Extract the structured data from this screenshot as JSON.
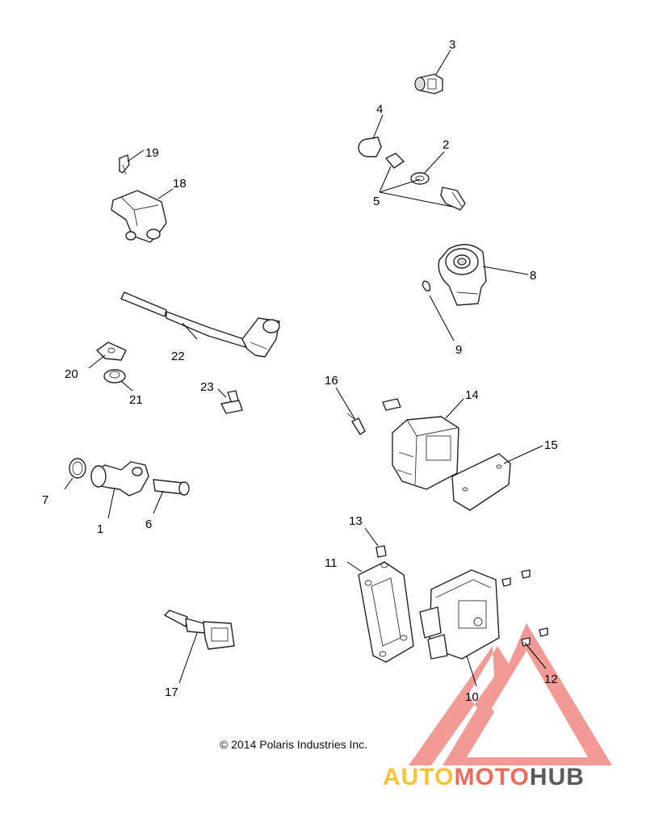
{
  "copyright": "© 2014 Polaris Industries Inc.",
  "logo": {
    "parts": [
      "AUTO",
      "MOTO",
      "HUB"
    ],
    "colors": [
      "#f5c338",
      "#f06a5a",
      "#5a5a5a"
    ],
    "mark_color": "#f08a84"
  },
  "callouts": [
    {
      "id": "1",
      "label": "1"
    },
    {
      "id": "2",
      "label": "2"
    },
    {
      "id": "3",
      "label": "3"
    },
    {
      "id": "4",
      "label": "4"
    },
    {
      "id": "5",
      "label": "5"
    },
    {
      "id": "6",
      "label": "6"
    },
    {
      "id": "7",
      "label": "7"
    },
    {
      "id": "8",
      "label": "8"
    },
    {
      "id": "9",
      "label": "9"
    },
    {
      "id": "10",
      "label": "10"
    },
    {
      "id": "11",
      "label": "11"
    },
    {
      "id": "12",
      "label": "12"
    },
    {
      "id": "13",
      "label": "13"
    },
    {
      "id": "14",
      "label": "14"
    },
    {
      "id": "15",
      "label": "15"
    },
    {
      "id": "16",
      "label": "16"
    },
    {
      "id": "17",
      "label": "17"
    },
    {
      "id": "18",
      "label": "18"
    },
    {
      "id": "19",
      "label": "19"
    },
    {
      "id": "20",
      "label": "20"
    },
    {
      "id": "21",
      "label": "21"
    },
    {
      "id": "22",
      "label": "22"
    },
    {
      "id": "23",
      "label": "23"
    }
  ]
}
